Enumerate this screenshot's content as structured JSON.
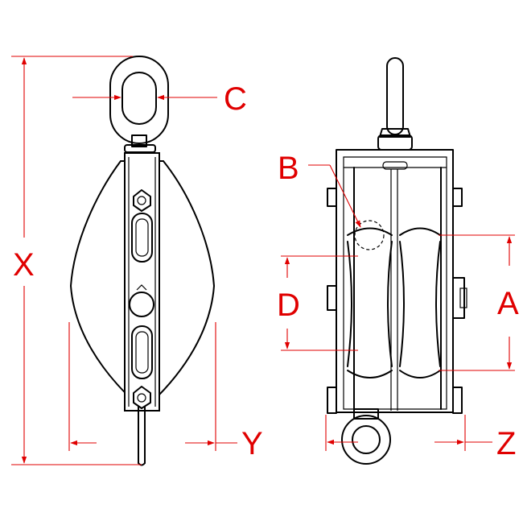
{
  "colors": {
    "line": "#000000",
    "dimension": "#e00000",
    "background": "#ffffff"
  },
  "labels": {
    "a": "A",
    "b": "B",
    "c": "C",
    "d": "D",
    "x": "X",
    "y": "Y",
    "z": "Z"
  }
}
